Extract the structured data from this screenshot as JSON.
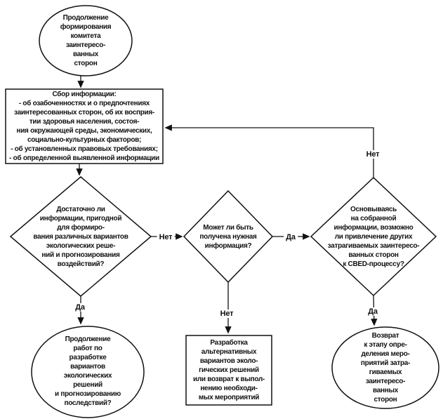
{
  "diagram": {
    "background_color": "#ffffff",
    "line_color": "#111111",
    "nodes": {
      "start": {
        "shape": "ellipse",
        "text": "Продолжение\nформирования\nкомитета\nзаинтересо-\nванных\nсторон"
      },
      "collect": {
        "shape": "rect",
        "text": "Сбор информации:\n- об озабоченностях и о предпочтениях\nзаинтересованных сторон, об их восприя-\nтии здоровья населения, состоя-\nния окружающей среды, экономических,\nсоциально-культурных факторов;\n- об установленных правовых требованиях;\n- об определенной выявленной информации"
      },
      "enough": {
        "shape": "diamond",
        "text": "Достаточно ли\nинформации, пригодной\nдля формиро-\nвания различных вариантов\nэкологических реше-\nний и прогнозирования\nвоздействий?"
      },
      "obtain": {
        "shape": "diamond",
        "text": "Может ли быть\nполучена нужная\nинформация?"
      },
      "involve": {
        "shape": "diamond",
        "text": "Основываясь\nна собранной\nинформации, возможно\nли привлечение других\nзатрагиваемых заинтересо-\nванных сторон\nк CBED-процессу?"
      },
      "continue_work": {
        "shape": "ellipse",
        "text": "Продолжение\nработ по\nразработке\nвариантов\nэкологических\nрешений\nи прогнозированию\nпоследствий?"
      },
      "alternatives": {
        "shape": "rect",
        "text": "Разработка\nальтернативных\nвариантов эколо-\nгических решений\nили возврат к выпол-\nнению необходи-\nмых мероприятий"
      },
      "return_stage": {
        "shape": "ellipse",
        "text": "Возврат\nк этапу опре-\nделения меро-\nприятий затра-\nгиваемых\nзаинтересо-\nванных\nсторон"
      }
    },
    "edge_labels": {
      "enough_no": "Нет",
      "enough_yes": "Да",
      "obtain_yes": "Да",
      "obtain_no": "Нет",
      "involve_no": "Нет",
      "involve_yes": "Да"
    }
  }
}
